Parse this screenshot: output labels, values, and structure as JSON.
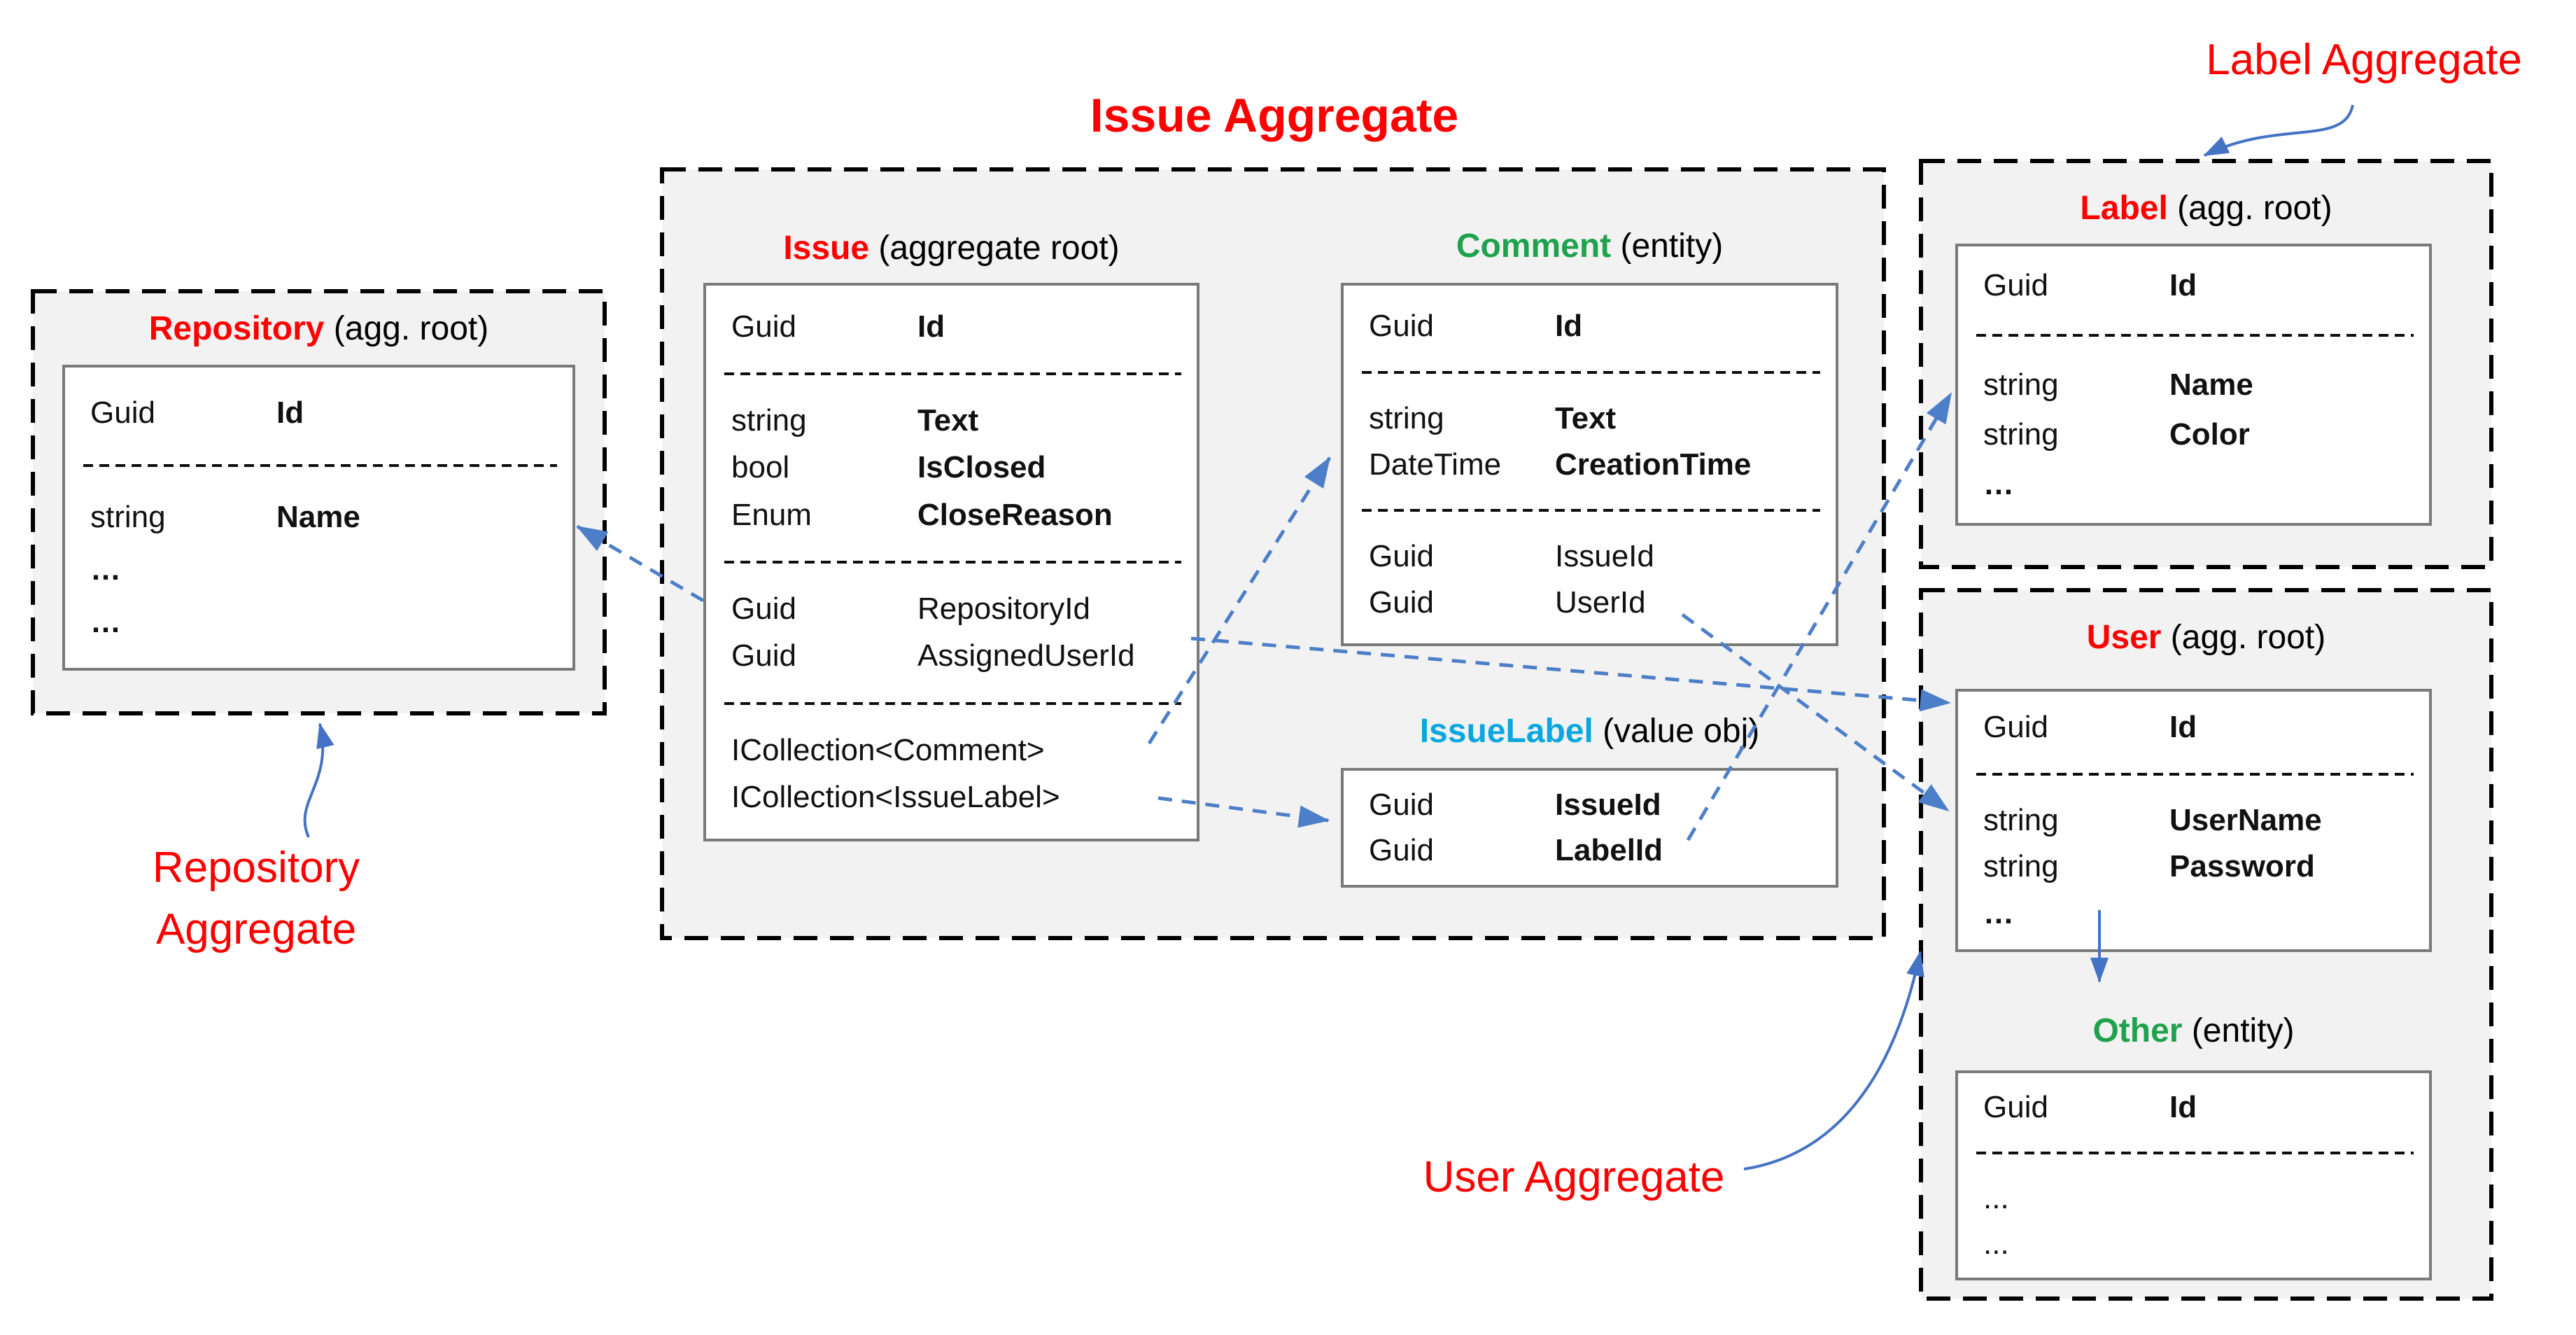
{
  "title": "Issue Aggregate",
  "annotations": {
    "label_aggregate": "Label Aggregate",
    "repository_aggregate_line1": "Repository",
    "repository_aggregate_line2": "Aggregate",
    "user_aggregate": "User Aggregate"
  },
  "colors": {
    "red": "#FF0000",
    "green": "#1FA24D",
    "cyan": "#09A6E0",
    "dashed_arrow": "#4d7ec8",
    "solid_arrow": "#4472C4",
    "aggregate_fill": "#F2F2F2",
    "table_border": "#7a7a7a"
  },
  "entities": {
    "repository": {
      "name": "Repository",
      "name_color": "#FF0000",
      "suffix": " (agg. root)",
      "rows": [
        {
          "type": "Guid",
          "name": "Id",
          "bold": true
        },
        {
          "sep": true
        },
        {
          "type": "string",
          "name": "Name",
          "bold": true
        },
        {
          "full": "…",
          "bold": true
        },
        {
          "full": "…",
          "bold": true
        }
      ]
    },
    "issue": {
      "name": "Issue",
      "name_color": "#FF0000",
      "suffix": " (aggregate root)",
      "rows": [
        {
          "type": "Guid",
          "name": "Id",
          "bold": true
        },
        {
          "sep": true
        },
        {
          "type": "string",
          "name": "Text",
          "bold": true
        },
        {
          "type": "bool",
          "name": "IsClosed",
          "bold": true
        },
        {
          "type": "Enum",
          "name": "CloseReason",
          "bold": true
        },
        {
          "sep": true
        },
        {
          "type": "Guid",
          "name": "RepositoryId",
          "bold": false
        },
        {
          "type": "Guid",
          "name": "AssignedUserId",
          "bold": false
        },
        {
          "sep": true
        },
        {
          "full": "ICollection<Comment>",
          "bold": false
        },
        {
          "full": "ICollection<IssueLabel>",
          "bold": false
        }
      ]
    },
    "comment": {
      "name": "Comment",
      "name_color": "#1FA24D",
      "suffix": " (entity)",
      "rows": [
        {
          "type": "Guid",
          "name": "Id",
          "bold": true
        },
        {
          "sep": true
        },
        {
          "type": "string",
          "name": "Text",
          "bold": true
        },
        {
          "type": "DateTime",
          "name": "CreationTime",
          "bold": true
        },
        {
          "sep": true
        },
        {
          "type": "Guid",
          "name": "IssueId",
          "bold": false
        },
        {
          "type": "Guid",
          "name": "UserId",
          "bold": false
        }
      ]
    },
    "issuelabel": {
      "name": "IssueLabel",
      "name_color": "#09A6E0",
      "suffix": " (value obj)",
      "rows": [
        {
          "type": "Guid",
          "name": "IssueId",
          "bold": true
        },
        {
          "type": "Guid",
          "name": "LabelId",
          "bold": true
        }
      ]
    },
    "label": {
      "name": "Label",
      "name_color": "#FF0000",
      "suffix": " (agg. root)",
      "rows": [
        {
          "type": "Guid",
          "name": "Id",
          "bold": true
        },
        {
          "sep": true
        },
        {
          "type": "string",
          "name": "Name",
          "bold": true
        },
        {
          "type": "string",
          "name": "Color",
          "bold": true
        },
        {
          "full": "…",
          "bold": true
        }
      ]
    },
    "user": {
      "name": "User",
      "name_color": "#FF0000",
      "suffix": " (agg. root)",
      "rows": [
        {
          "type": "Guid",
          "name": "Id",
          "bold": true
        },
        {
          "sep": true
        },
        {
          "type": "string",
          "name": "UserName",
          "bold": true
        },
        {
          "type": "string",
          "name": "Password",
          "bold": true
        },
        {
          "full": "…",
          "bold": true
        }
      ]
    },
    "other": {
      "name": "Other",
      "name_color": "#1FA24D",
      "suffix": " (entity)",
      "rows": [
        {
          "type": "Guid",
          "name": "Id",
          "bold": true
        },
        {
          "sep": true
        },
        {
          "full": "...",
          "bold": false
        },
        {
          "full": "...",
          "bold": false
        }
      ]
    }
  }
}
